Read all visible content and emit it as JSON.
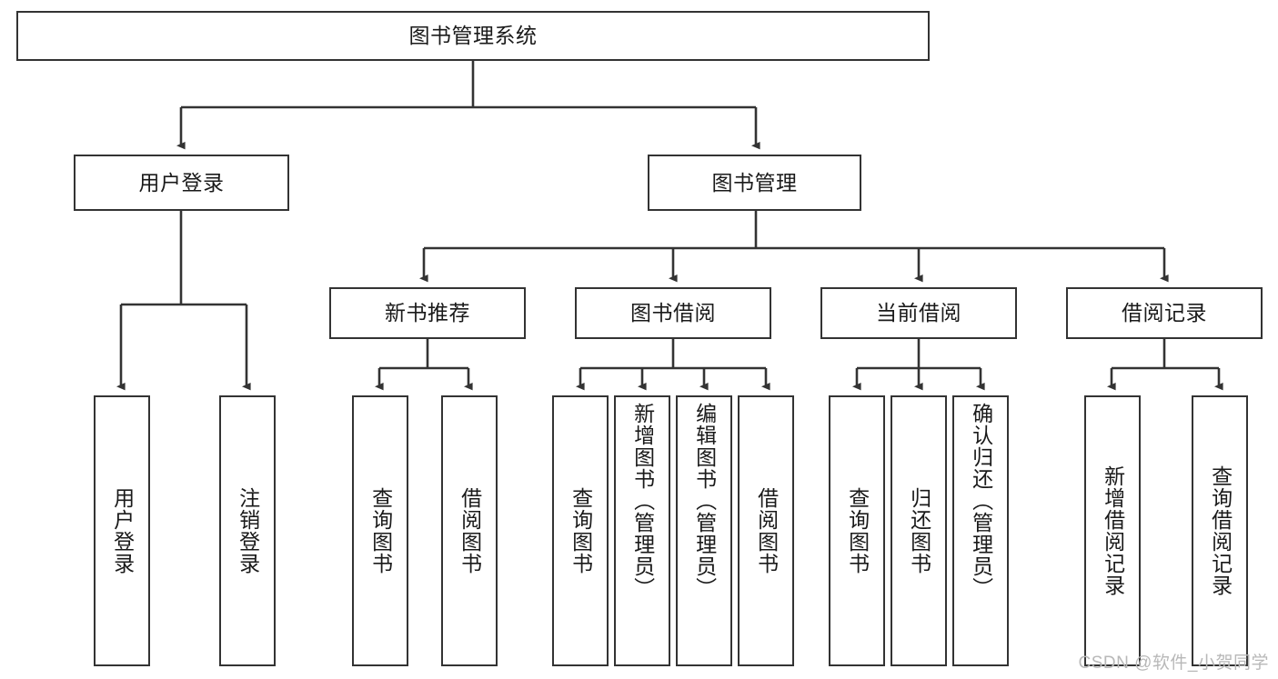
{
  "diagram": {
    "title": "图书管理系统",
    "stroke_color": "#333333",
    "background_color": "#ffffff",
    "watermark": "CSDN @软件_小贺同学"
  },
  "nodes": {
    "root": {
      "label": "图书管理系统"
    },
    "level2": [
      {
        "label": "用户登录"
      },
      {
        "label": "图书管理"
      }
    ],
    "level3": [
      {
        "label": "新书推荐"
      },
      {
        "label": "图书借阅"
      },
      {
        "label": "当前借阅"
      },
      {
        "label": "借阅记录"
      }
    ],
    "leaves": {
      "user_login": [
        {
          "label": "用户登录"
        },
        {
          "label": "注销登录"
        }
      ],
      "new_book_recommend": [
        {
          "label": "查询图书"
        },
        {
          "label": "借阅图书"
        }
      ],
      "book_borrow": [
        {
          "label": "查询图书"
        },
        {
          "label": "新增图书（管理员）"
        },
        {
          "label": "编辑图书（管理员）"
        },
        {
          "label": "借阅图书"
        }
      ],
      "current_borrow": [
        {
          "label": "查询图书"
        },
        {
          "label": "归还图书"
        },
        {
          "label": "确认归还（管理员）"
        }
      ],
      "borrow_record": [
        {
          "label": "新增借阅记录"
        },
        {
          "label": "查询借阅记录"
        }
      ]
    }
  }
}
